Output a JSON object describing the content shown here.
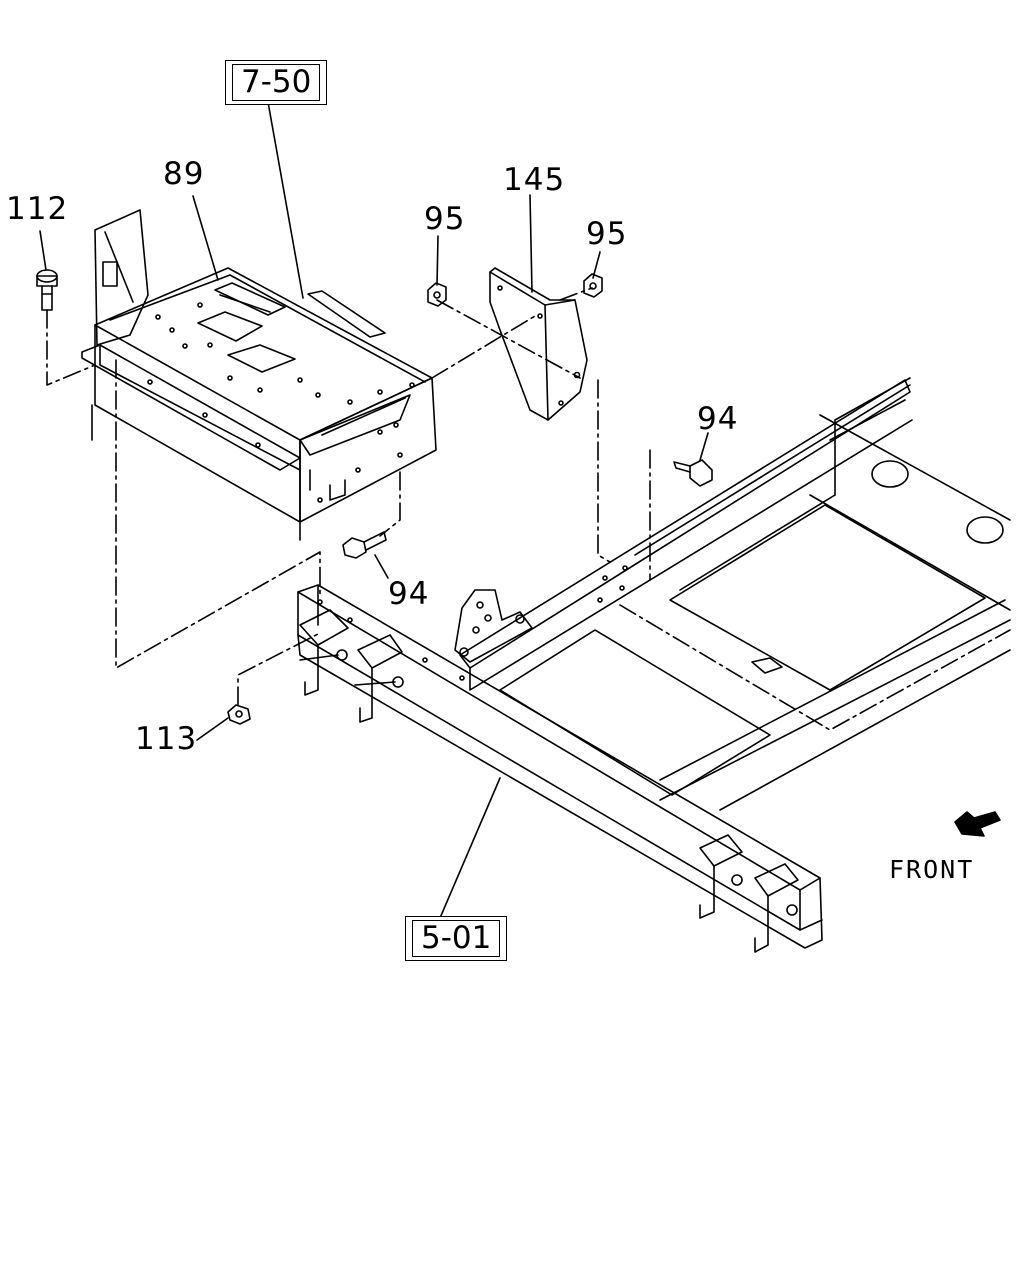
{
  "callouts": {
    "ref_7_50": "7-50",
    "ref_5_01": "5-01",
    "part_89": "89",
    "part_112": "112",
    "part_145": "145",
    "part_95_left": "95",
    "part_95_right": "95",
    "part_94_upper": "94",
    "part_94_lower": "94",
    "part_113": "113"
  },
  "direction": {
    "label": "FRONT",
    "arrow_icon": "front-arrow-icon"
  },
  "colors": {
    "line": "#000000",
    "background": "#ffffff"
  }
}
